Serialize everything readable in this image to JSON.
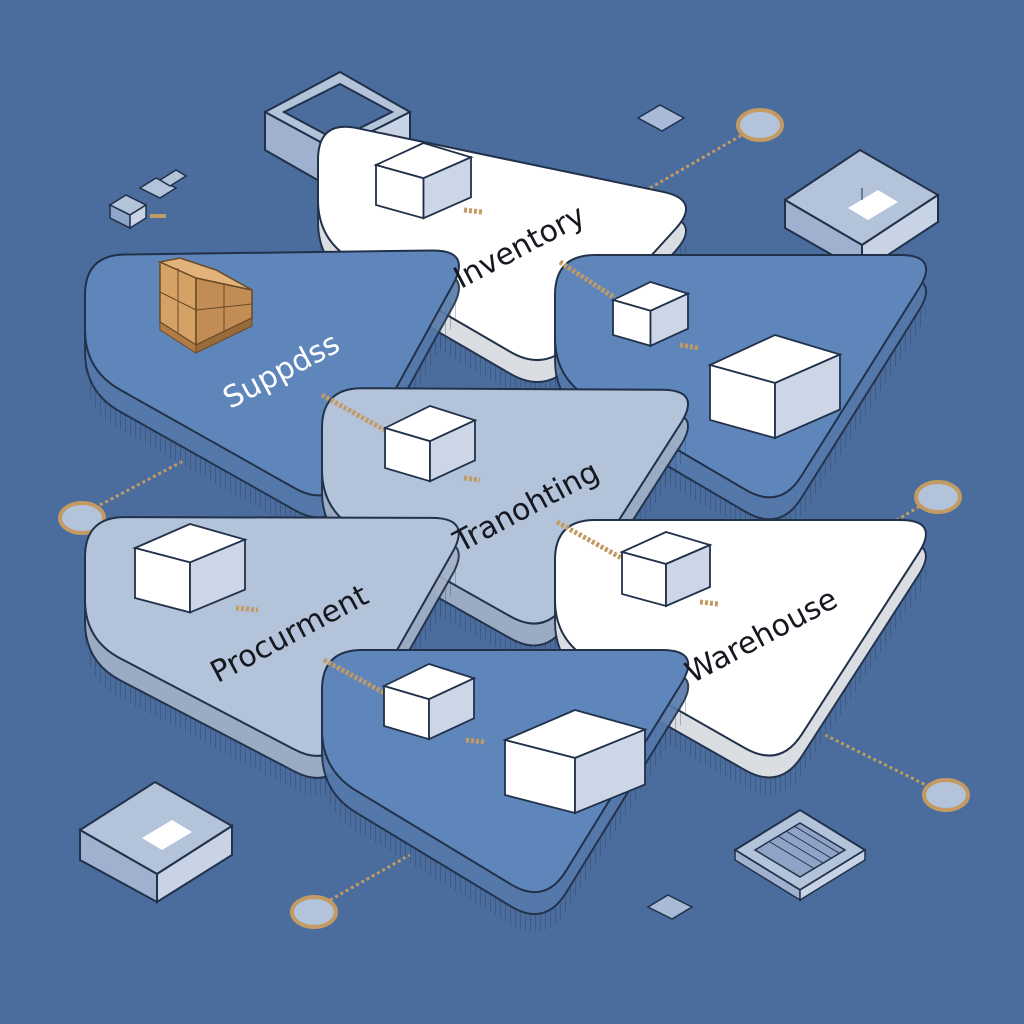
{
  "colors": {
    "background": "#4a6d9e",
    "outline": "#22314a",
    "tile_white": "#ffffff",
    "tile_light": "#b3c3da",
    "tile_mid": "#5f86bb",
    "text_dark": "#15181e",
    "text_light": "#ffffff",
    "connector": "#c49a63",
    "box_front": "#ffffff",
    "box_side": "#ccd6e6",
    "crate": "#d5a266"
  },
  "nodes": [
    {
      "id": "inventory",
      "label": "Inventory",
      "tone": "white"
    },
    {
      "id": "suppliers",
      "label": "Suppdss",
      "tone": "mid"
    },
    {
      "id": "transporting",
      "label": "Tranohting",
      "tone": "light"
    },
    {
      "id": "procurement",
      "label": "Procurment",
      "tone": "light"
    },
    {
      "id": "warehouse",
      "label": "Warehouse",
      "tone": "white"
    },
    {
      "id": "right-storage",
      "label": "",
      "tone": "mid"
    },
    {
      "id": "bottom-storage",
      "label": "",
      "tone": "mid"
    }
  ]
}
